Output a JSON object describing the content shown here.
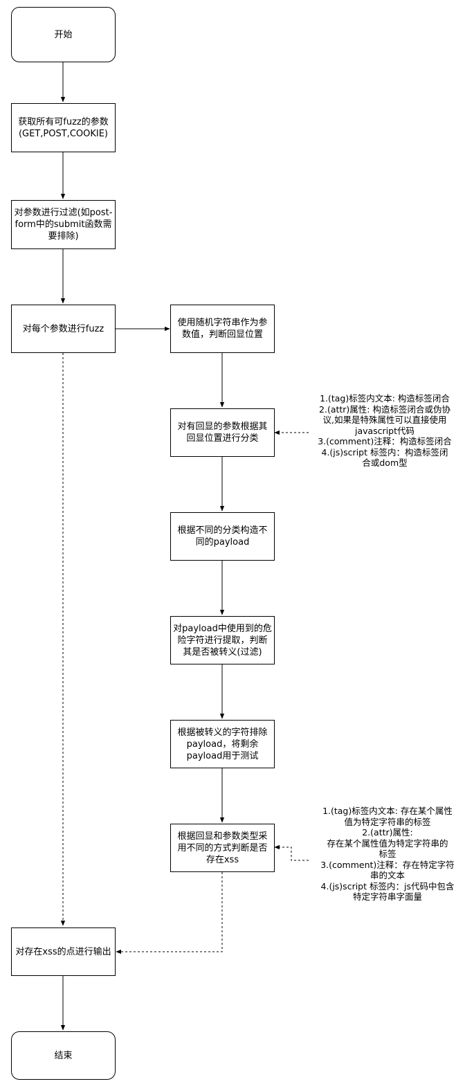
{
  "nodes": {
    "start": "开始",
    "get_params": "获取所有可fuzz的参数\n(GET,POST,COOKIE)",
    "filter_params": "对参数进行过滤(如post-\nform中的submit函数需\n要排除)",
    "fuzz_each": "对每个参数进行fuzz",
    "random_string": "使用随机字符串作为参\n数值，判断回显位置",
    "classify": "对有回显的参数根据其\n回显位置进行分类",
    "build_payload": "根据不同的分类构造不\n同的payload",
    "extract_chars": "对payload中使用到的危\n险字符进行提取，判断\n其是否被转义(过滤)",
    "exclude_payload": "根据被转义的字符排除\npayload，将剩余\npayload用于测试",
    "judge_xss": "根据回显和参数类型采\n用不同的方式判断是否\n存在xss",
    "output": "对存在xss的点进行输出",
    "end": "结束"
  },
  "notes": {
    "classify_note": "1.(tag)标签内文本: 构造标签闭合\n2.(attr)属性: 构造标签闭合或伪协\n议,如果是特殊属性可以直接使用\njavascript代码\n3.(comment)注释：构造标签闭合\n4.(js)script 标签内：构造标签闭\n合或dom型",
    "judge_note": "1.(tag)标签内文本: 存在某个属性\n值为特定字符串的标签\n2.(attr)属性:\n存在某个属性值为特定字符串的\n标签\n3.(comment)注释：存在特定字符\n串的文本\n4.(js)script 标签内：js代码中包含\n特定字符串字面量"
  }
}
